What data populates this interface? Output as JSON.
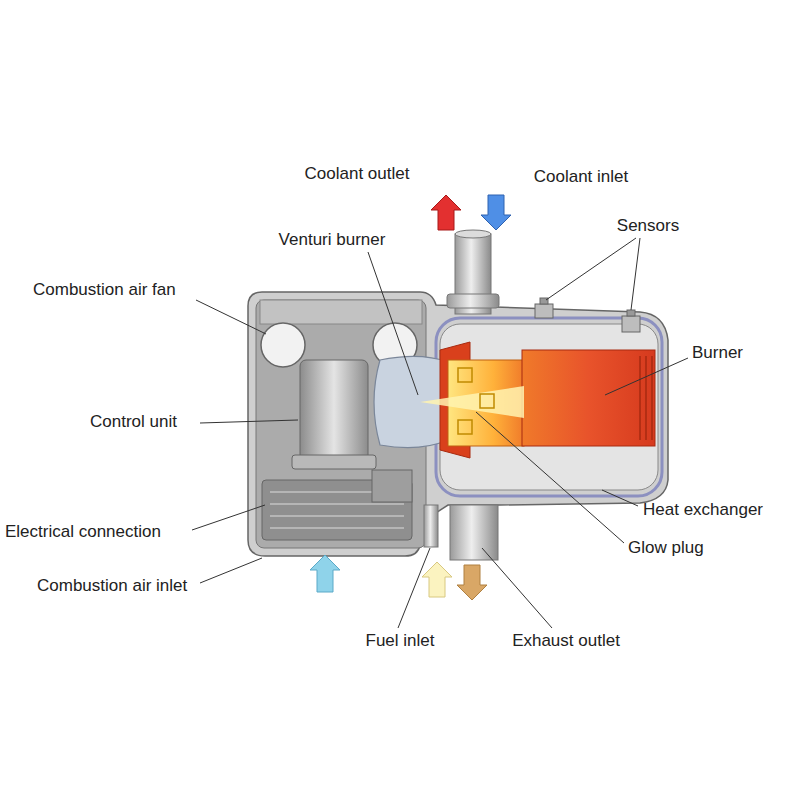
{
  "diagram": {
    "labels": [
      "Coolant outlet",
      "Coolant inlet",
      "Venturi burner",
      "Sensors",
      "Combustion air fan",
      "Burner",
      "Control unit",
      "Heat exchanger",
      "Electrical connection",
      "Glow plug",
      "Combustion air inlet",
      "Fuel inlet",
      "Exhaust outlet"
    ]
  }
}
